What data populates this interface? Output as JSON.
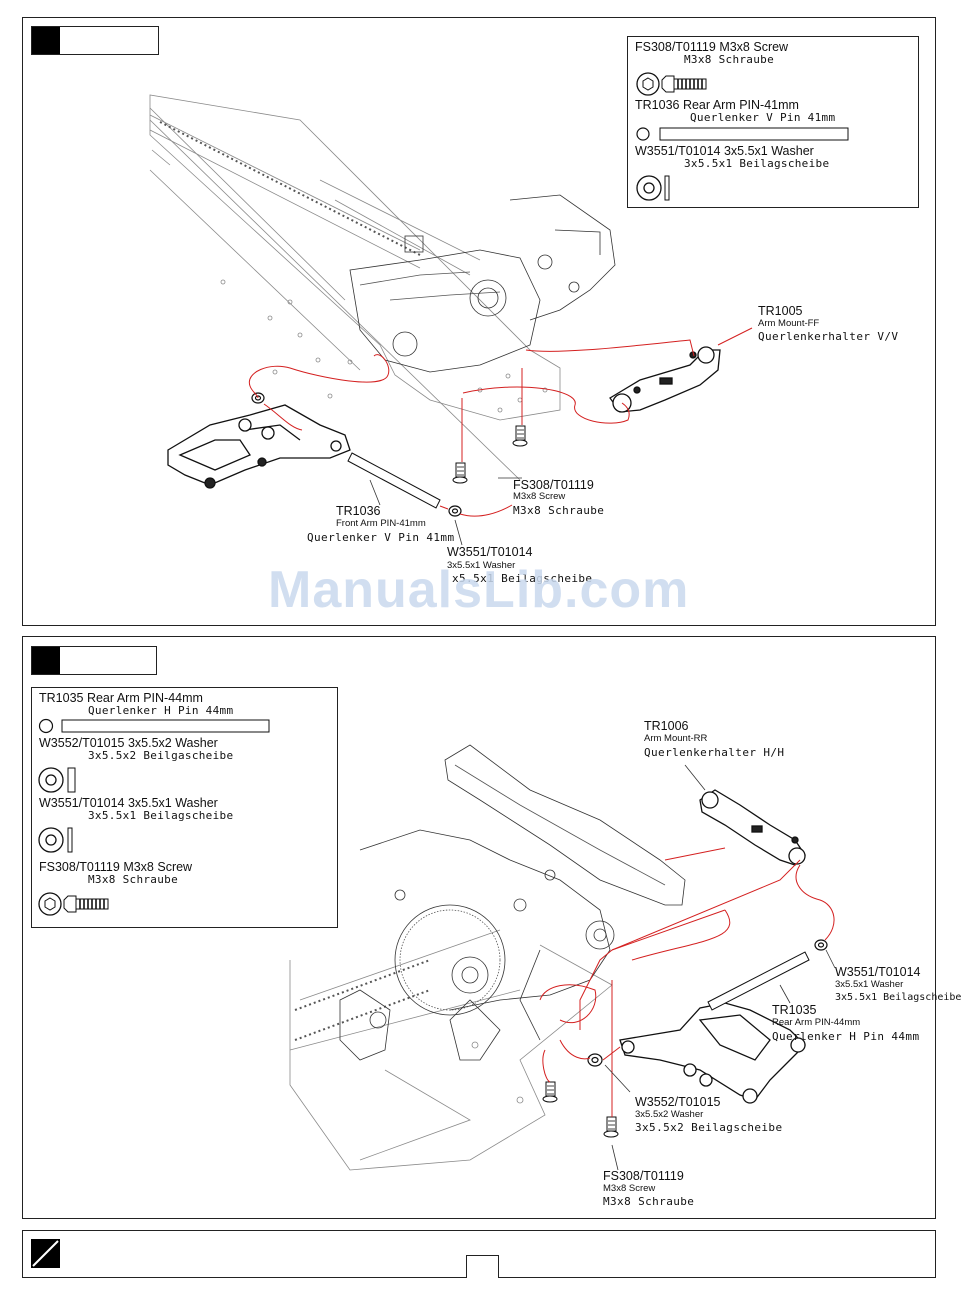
{
  "watermark": "ManualsLib.com",
  "step1": {
    "parts": [
      {
        "en": "FS308/T01119 M3x8 Screw",
        "de": "M3x8 Schraube",
        "icon": "screw-icon"
      },
      {
        "en": "TR1036 Rear Arm PIN-41mm",
        "de": "Querlenker V Pin 41mm",
        "icon": "pin-icon"
      },
      {
        "en": "W3551/T01014 3x5.5x1 Washer",
        "de": "3x5.5x1 Beilagscheibe",
        "icon": "washer-icon"
      }
    ],
    "callouts": {
      "tr1005": {
        "code": "TR1005",
        "name": "Arm Mount-FF",
        "de": "Querlenkerhalter V/V"
      },
      "fs308": {
        "code": "FS308/T01119",
        "name": "M3x8 Screw",
        "de": "M3x8 Schraube"
      },
      "tr1036": {
        "code": "TR1036",
        "name": "Front Arm PIN-41mm",
        "de": "Querlenker V Pin 41mm"
      },
      "w3551": {
        "code": "W3551/T01014",
        "name": "3x5.5x1 Washer",
        "de": "x5.5x1 Beilagscheibe"
      }
    }
  },
  "step2": {
    "parts": [
      {
        "en": "TR1035 Rear Arm PIN-44mm",
        "de": "Querlenker H Pin 44mm",
        "icon": "pin-icon"
      },
      {
        "en": "W3552/T01015 3x5.5x2 Washer",
        "de": "3x5.5x2 Beilgascheibe",
        "icon": "washer-icon"
      },
      {
        "en": "W3551/T01014 3x5.5x1 Washer",
        "de": "3x5.5x1 Beilagscheibe",
        "icon": "washer-icon"
      },
      {
        "en": "FS308/T01119 M3x8 Screw",
        "de": "M3x8 Schraube",
        "icon": "screw-icon"
      }
    ],
    "callouts": {
      "tr1006": {
        "code": "TR1006",
        "name": "Arm Mount-RR",
        "de": "Querlenkerhalter H/H"
      },
      "w3551": {
        "code": "W3551/T01014",
        "name": "3x5.5x1 Washer",
        "de": "3x5.5x1 Beilagscheibe"
      },
      "tr1035": {
        "code": "TR1035",
        "name": "Rear Arm PIN-44mm",
        "de": "Querlenker H Pin 44mm"
      },
      "w3552": {
        "code": "W3552/T01015",
        "name": "3x5.5x2 Washer",
        "de": "3x5.5x2 Beilagscheibe"
      },
      "fs308": {
        "code": "FS308/T01119",
        "name": "M3x8 Screw",
        "de": "M3x8 Schraube"
      }
    }
  },
  "colors": {
    "line": "#d42020",
    "ink": "#222222",
    "watermark": "#c9d9ee"
  }
}
